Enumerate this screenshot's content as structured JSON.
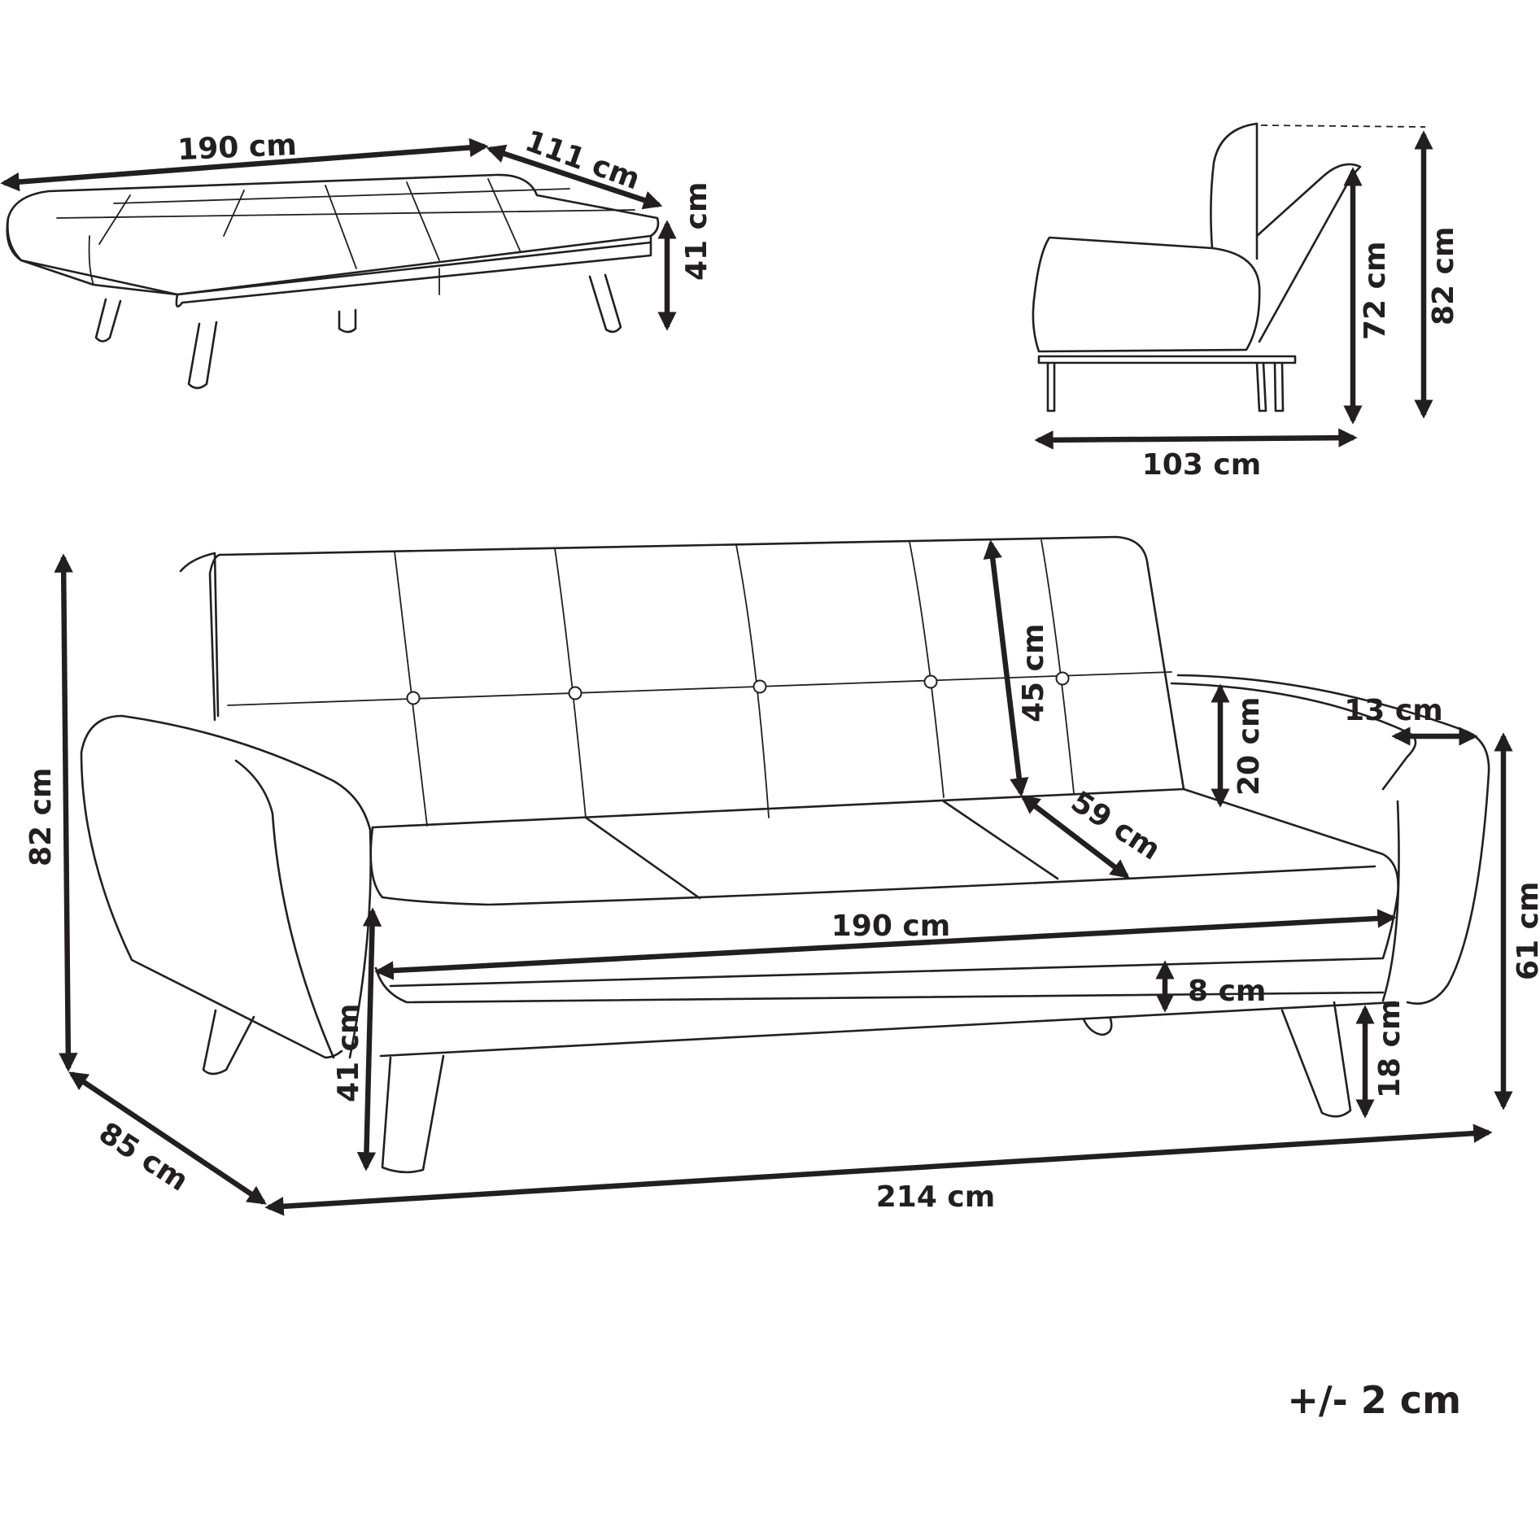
{
  "bed_view": {
    "width_label": "190 cm",
    "depth_label": "111 cm",
    "height_label": "41 cm"
  },
  "side_view": {
    "depth_label": "103 cm",
    "back_height_label": "72 cm",
    "total_height_label": "82 cm"
  },
  "front_view": {
    "total_height_label": "82 cm",
    "total_depth_label": "85 cm",
    "total_width_label": "214 cm",
    "backrest_height_label": "45 cm",
    "armrest_height_label": "20 cm",
    "armrest_width_label": "13 cm",
    "seat_depth_label": "59 cm",
    "seat_width_label": "190 cm",
    "seat_thickness_label": "8 cm",
    "seat_height_label": "41 cm",
    "leg_height_label": "18 cm",
    "arm_height_label": "61 cm"
  },
  "tolerance_label": "+/- 2 cm"
}
